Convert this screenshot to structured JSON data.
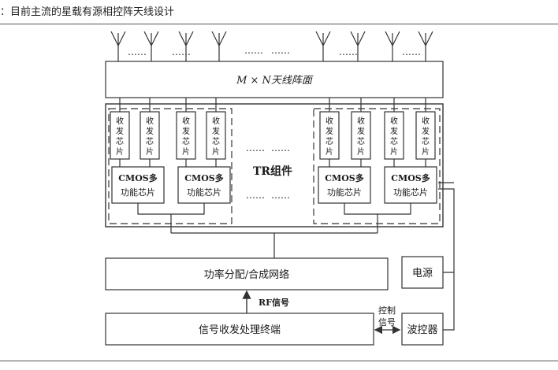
{
  "caption": "：目前主流的星载有源相控阵天线设计",
  "diagram": {
    "array_panel": "M × N天线阵面",
    "transceiver_chip": [
      "收",
      "发",
      "芯",
      "片"
    ],
    "cmos_chip": {
      "line1": "CMOS多",
      "line2": "功能芯片"
    },
    "tr_module": "TR组件",
    "power_network": "功率分配/合成网络",
    "rf_signal": "RF信号",
    "terminal": "信号收发处理终端",
    "control_signal": [
      "控制",
      "信号"
    ],
    "power_supply": "电源",
    "beam_controller": "波控器",
    "ellipsis": "……"
  },
  "colors": {
    "line": "#333333",
    "dash": "#333333"
  }
}
